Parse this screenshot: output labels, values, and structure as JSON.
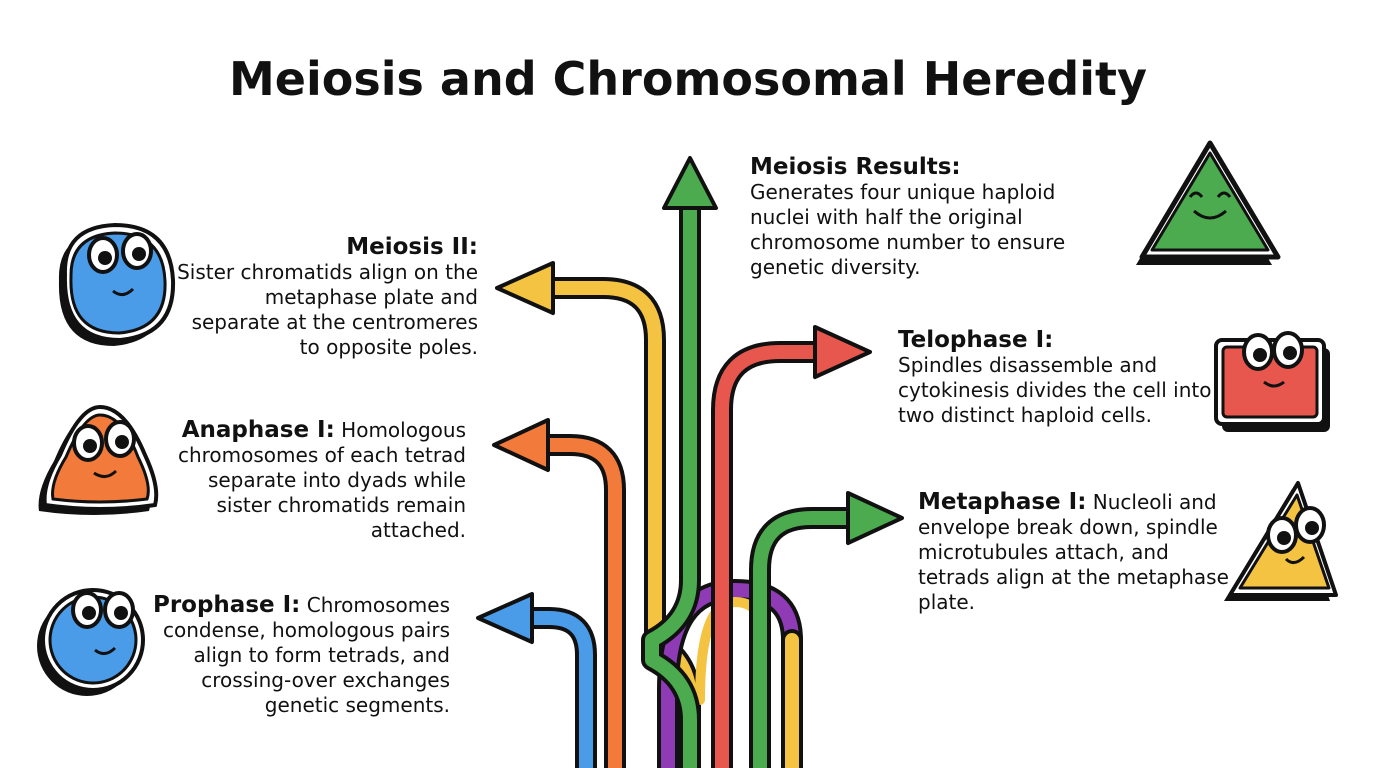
{
  "title": "Meiosis and Chromosomal Heredity",
  "stages": {
    "meiosis_results": {
      "heading": "Meiosis Results:",
      "text": "Generates four unique haploid nuclei with half the original chromosome number to ensure genetic diversity."
    },
    "meiosis_ii": {
      "heading": "Meiosis II:",
      "text": "Sister chromatids align on the metaphase plate and separate at the centromeres to opposite poles."
    },
    "telophase_i": {
      "heading": "Telophase I:",
      "text": "Spindles disassemble and cytokinesis divides the cell into two distinct haploid cells."
    },
    "anaphase_i": {
      "heading": "Anaphase I:",
      "text": "Homologous chromosomes of each tetrad separate into dyads while sister chromatids remain attached."
    },
    "metaphase_i": {
      "heading": "Metaphase I:",
      "text": "Nucleoli and envelope break down, spindle microtubules attach, and tetrads align at the metaphase plate."
    },
    "prophase_i": {
      "heading": "Prophase I:",
      "text": "Chromosomes condense, homologous pairs align to form tetrads, and crossing-over exchanges genetic segments."
    }
  },
  "colors": {
    "blue": "#4a9be8",
    "orange": "#f27a3a",
    "yellow": "#f5c342",
    "green": "#4caa4f",
    "red": "#e8574e",
    "purple": "#8e3bb5",
    "outline": "#111111"
  },
  "icons": [
    "blue-blob-character-icon",
    "orange-blob-character-icon",
    "blue-round-character-icon",
    "green-triangle-smiley-icon",
    "red-square-character-icon",
    "yellow-triangle-character-icon"
  ]
}
